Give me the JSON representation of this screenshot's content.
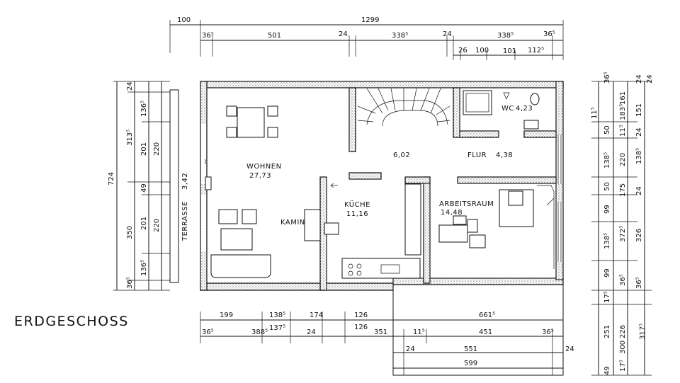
{
  "title": "ERDGESCHOSS",
  "rooms": {
    "wohnen": {
      "name": "WOHNEN",
      "area": "27,73"
    },
    "terrasse": {
      "name": "TERRASSE",
      "area": "3,42"
    },
    "kamin": {
      "name": "KAMIN"
    },
    "kueche": {
      "name": "KÜCHE",
      "area": "11,16"
    },
    "treppe": {
      "area": "6,02"
    },
    "flur": {
      "name": "FLUR",
      "area": "4,38"
    },
    "wc": {
      "name": "WC",
      "area": "4,23"
    },
    "arbeitsraum": {
      "name": "ARBEITSRAUM",
      "area": "14,48"
    }
  },
  "dims_top": {
    "row1": [
      "100",
      "1299"
    ],
    "row2": [
      "36⁵",
      "501",
      "24",
      "338⁵",
      "24",
      "338⁵",
      "36⁵"
    ],
    "row3": [
      "26",
      "100",
      "101",
      "112⁵"
    ]
  },
  "dims_left": {
    "overall": "724",
    "col2": [
      "24",
      "313⁵",
      "350",
      "36⁵"
    ],
    "col3": [
      "136⁵",
      "201",
      "49",
      "201",
      "136⁵"
    ],
    "col4": [
      "220",
      "220"
    ]
  },
  "dims_right": {
    "col1": [
      "36⁵",
      "11⁵",
      "50",
      "138⁵",
      "50",
      "99",
      "138⁵",
      "99",
      "17⁵",
      "251",
      "49"
    ],
    "col2": [
      "161",
      "183⁵",
      "11⁵",
      "220",
      "175",
      "372⁵",
      "36⁵",
      "226",
      "17⁵"
    ],
    "col3": [
      "24",
      "151",
      "24",
      "138⁵",
      "24",
      "326",
      "36⁵",
      "300"
    ],
    "col4": [
      "24",
      "317⁵"
    ]
  },
  "dims_bottom": {
    "row1": [
      "199",
      "138⁵",
      "174",
      "126",
      "661⁵"
    ],
    "row2": [
      "36⁵",
      "388⁵",
      "137⁵",
      "24",
      "126",
      "351",
      "11⁵",
      "451",
      "36⁵"
    ],
    "row3": [
      "24",
      "551",
      "24"
    ],
    "row4": [
      "599"
    ]
  }
}
